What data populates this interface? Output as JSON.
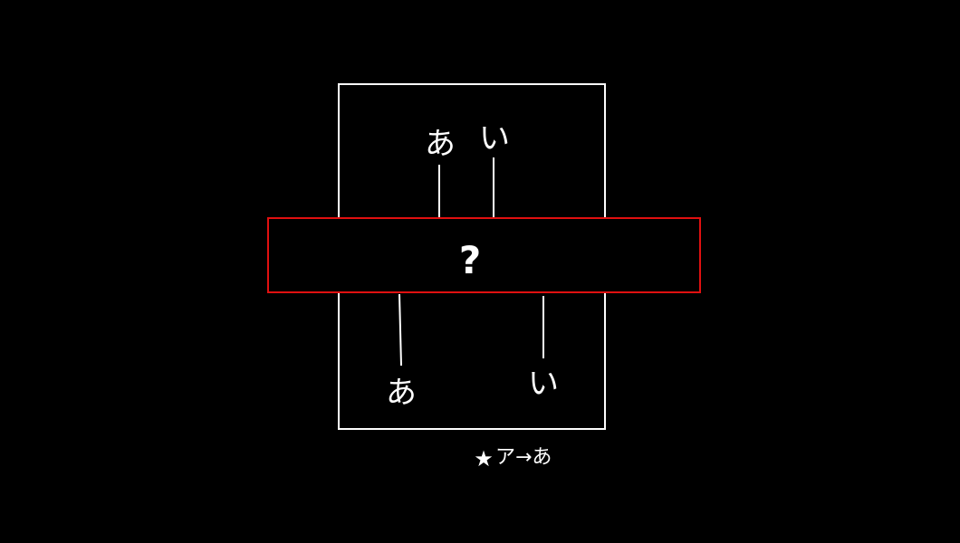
{
  "colors": {
    "background": "#000000",
    "frame": "#ffffff",
    "box_border": "#e01010",
    "text": "#ffffff"
  },
  "diagram": {
    "top_labels": [
      "あ",
      "い"
    ],
    "hidden_box_label": "?",
    "bottom_labels": [
      "あ",
      "い"
    ],
    "footnote": {
      "star": "★",
      "text": "ア→あ"
    }
  }
}
